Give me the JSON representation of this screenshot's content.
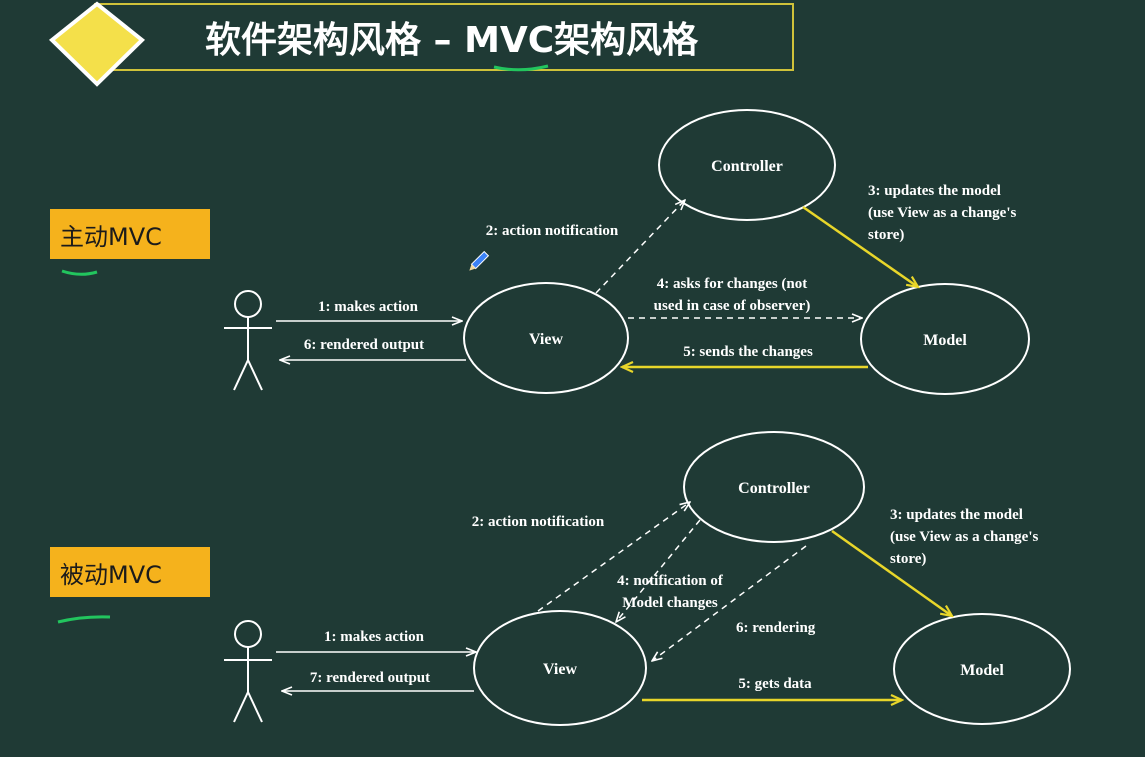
{
  "title": "软件架构风格 – MVC架构风格",
  "sections": [
    {
      "tag": "主动MVC",
      "nodes": {
        "controller": "Controller",
        "view": "View",
        "model": "Model"
      },
      "edges": {
        "e1": "1: makes action",
        "e2": "2: action notification",
        "e3a": "3: updates the model",
        "e3b": "(use View as a change's",
        "e3c": "store)",
        "e4a": "4: asks for changes (not",
        "e4b": "used in case of observer)",
        "e5": "5: sends the changes",
        "e6": "6: rendered output"
      }
    },
    {
      "tag": "被动MVC",
      "nodes": {
        "controller": "Controller",
        "view": "View",
        "model": "Model"
      },
      "edges": {
        "e1": "1: makes action",
        "e2": "2: action notification",
        "e3a": "3: updates the model",
        "e3b": "(use View as a change's",
        "e3c": "store)",
        "e4a": "4: notification of",
        "e4b": "Model changes",
        "e5": "5: gets data",
        "e6": "6: rendering",
        "e7": "7: rendered output"
      }
    }
  ],
  "colors": {
    "background": "#1f3a35",
    "accent_yellow": "#e8d62a",
    "tag_orange": "#f5b21c",
    "underline_green": "#22c55e",
    "line_white": "#ffffff"
  },
  "icons": [
    "diamond-logo-icon",
    "pencil-icon",
    "actor-icon"
  ]
}
